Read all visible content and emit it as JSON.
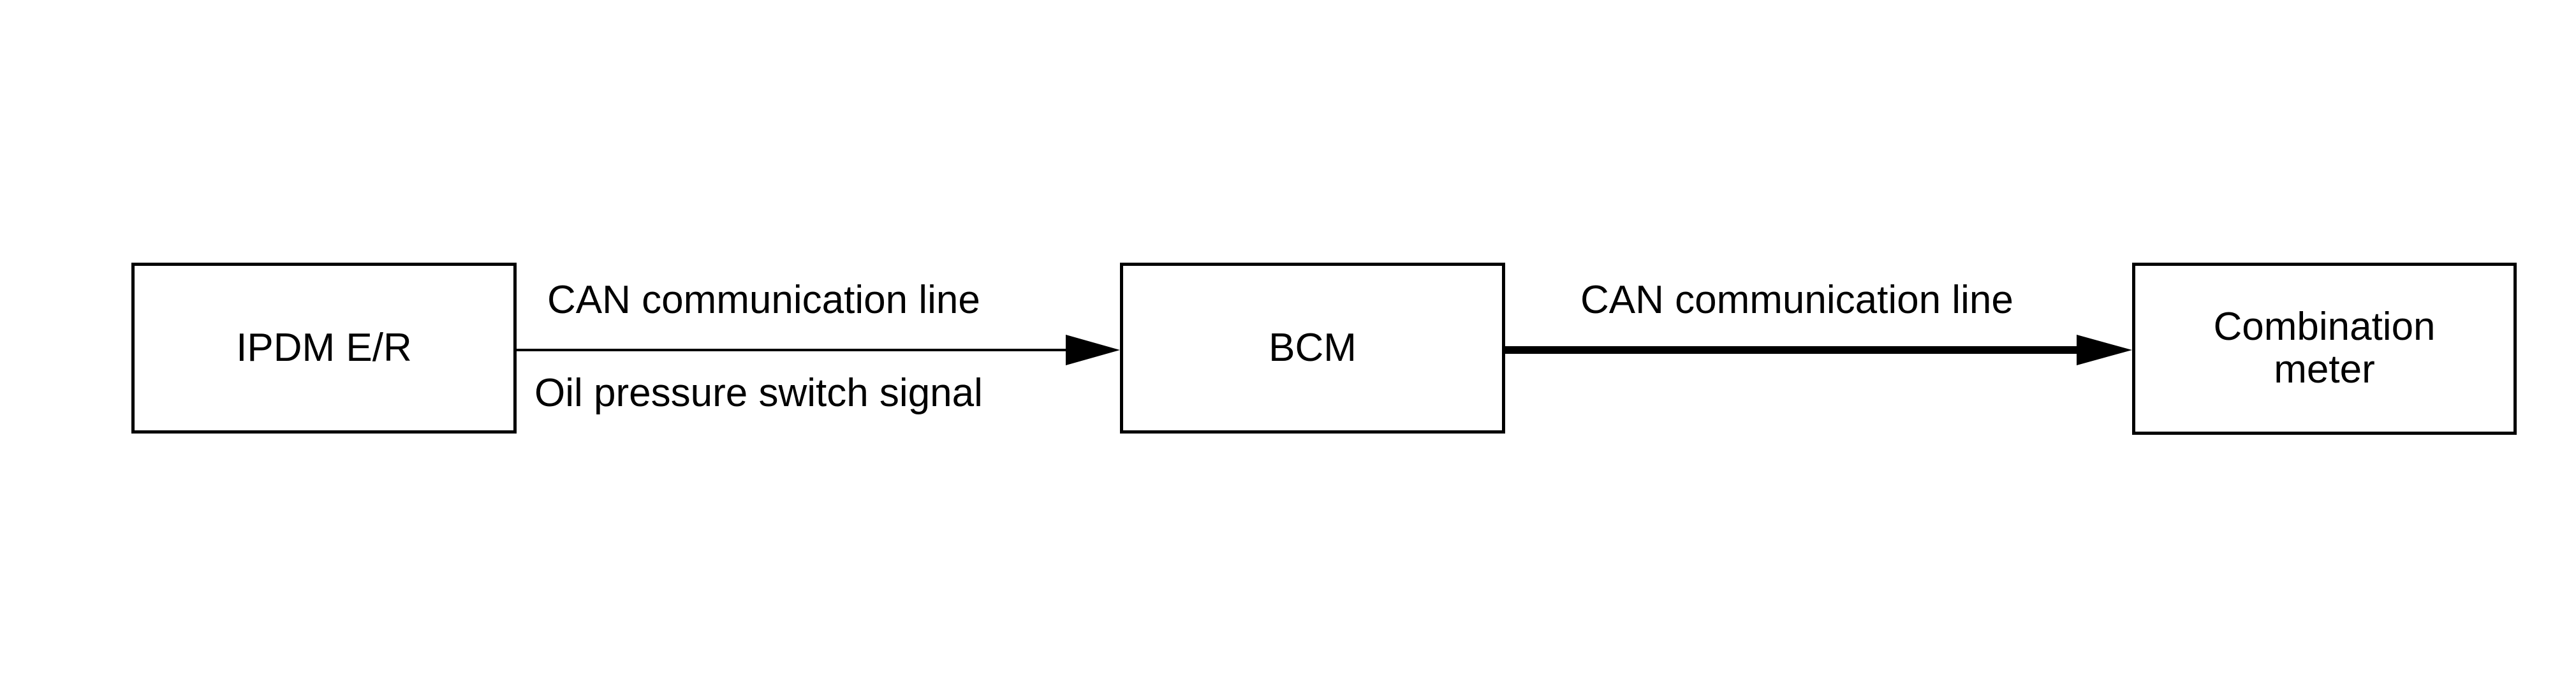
{
  "colors": {
    "background": "#ffffff",
    "line": "#000000",
    "text": "#000000"
  },
  "nodes": [
    {
      "id": "ipdm-er",
      "label": "IPDM E/R"
    },
    {
      "id": "bcm",
      "label": "BCM"
    },
    {
      "id": "combination-meter",
      "label": "Combination\nmeter"
    }
  ],
  "edges": [
    {
      "from": "ipdm-er",
      "to": "bcm",
      "style": "thin",
      "label_above": "CAN communication line",
      "label_below": "Oil pressure switch signal"
    },
    {
      "from": "bcm",
      "to": "combination-meter",
      "style": "thick",
      "label_above": "CAN communication line"
    }
  ]
}
